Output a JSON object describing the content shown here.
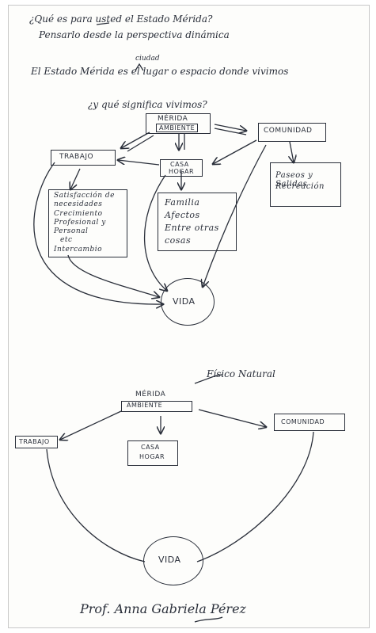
{
  "header": {
    "q1": "¿Qué es para usted el Estado Mérida?",
    "q2": "Pensarlo desde la perspectiva dinámica",
    "q3_insert": "ciudad",
    "q3": "El Estado Mérida es el lugar o espacio donde vivimos",
    "q4": "¿y qué significa vivimos?"
  },
  "diagram1": {
    "center_box": {
      "title": "MÉRIDA",
      "subtitle": "AMBIENTE"
    },
    "work_box": "TRABAJO",
    "home_box": {
      "line1": "CASA",
      "line2": "HOGAR"
    },
    "community_box": "COMUNIDAD",
    "work_notes": [
      "Satisfacción de necesidades",
      "Crecimiento Profesional y Personal",
      "etc",
      "Intercambio"
    ],
    "home_notes": [
      "Familia",
      "Afectos",
      "Entre otras",
      "cosas"
    ],
    "community_notes": [
      "Paseos y Salidas",
      "Recreación"
    ],
    "life": "VIDA"
  },
  "diagram2": {
    "annotation": "Físico Natural",
    "center_title": "MÉRIDA",
    "center_box": "AMBIENTE",
    "work_box": "TRABAJO",
    "home_box": {
      "line1": "CASA",
      "line2": "HOGAR"
    },
    "community_box": "COMUNIDAD",
    "life": "VIDA"
  },
  "signature": "Prof. Anna Gabriela Pérez"
}
